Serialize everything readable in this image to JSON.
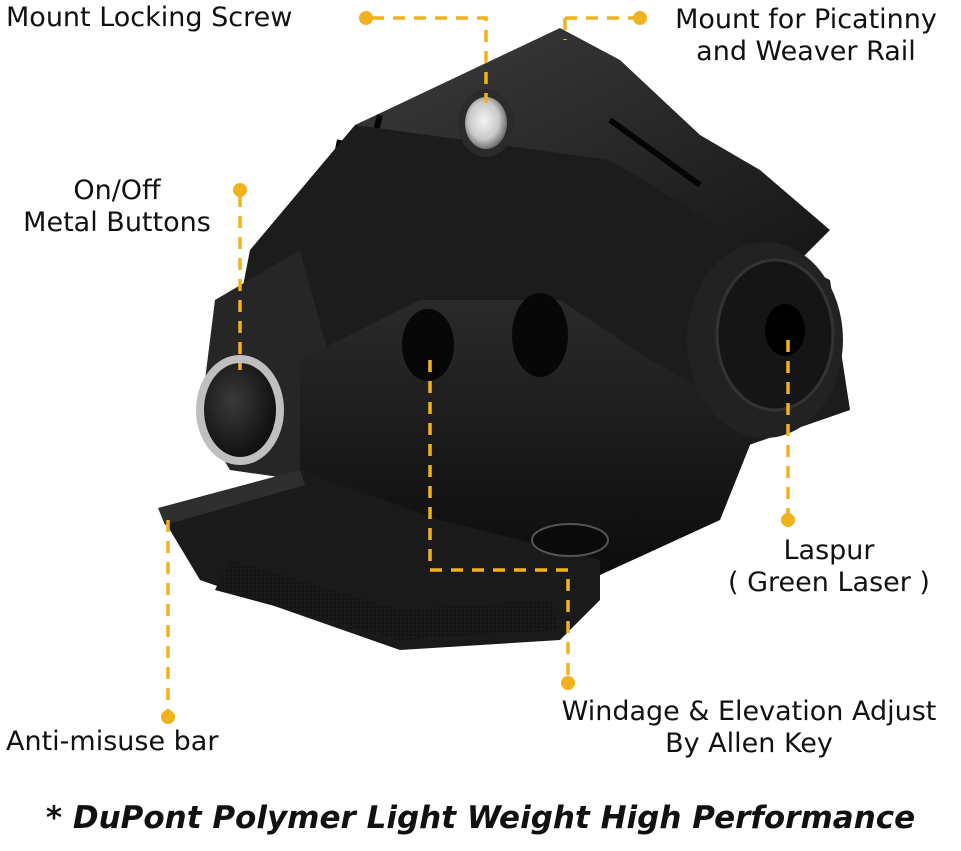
{
  "labels": {
    "mount_locking_screw": "Mount Locking Screw",
    "mount_rail_line1": "Mount for Picatinny",
    "mount_rail_line2": "and Weaver Rail",
    "buttons_line1": "On/Off",
    "buttons_line2": "Metal Buttons",
    "laspur_line1": "Laspur",
    "laspur_line2": "( Green Laser )",
    "windage_line1": "Windage & Elevation Adjust",
    "windage_line2": "By Allen Key",
    "anti_misuse": "Anti-misuse bar"
  },
  "footer": "* DuPont Polymer Light Weight High Performance",
  "colors": {
    "callout": "#f2b21e",
    "body_dark": "#121212",
    "body_mid": "#252525",
    "body_light": "#3a3a3a",
    "text": "#111111"
  },
  "icons": {
    "callout_marker": "dot-icon",
    "product": "green-laser-sight-illustration"
  }
}
